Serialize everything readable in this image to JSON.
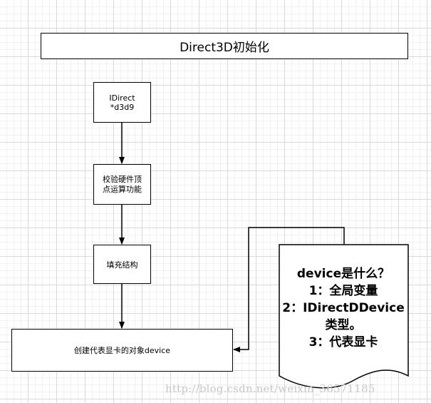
{
  "title": "Direct3D初始化",
  "steps": [
    {
      "label": "IDirect\n*d3d9"
    },
    {
      "label": "校验硬件顶\n点运算功能"
    },
    {
      "label": "填充结构"
    },
    {
      "label": "创建代表显卡的对象device"
    }
  ],
  "note": {
    "text": "device是什么？\n1：全局变量\n2：IDirectDDevice\n类型。\n3：代表显卡"
  },
  "watermark": "http://blog.csdn.net/weixin_36571185"
}
